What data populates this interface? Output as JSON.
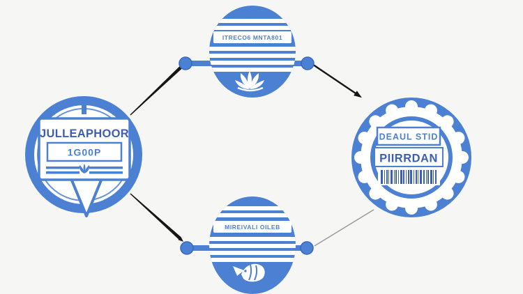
{
  "diagram": {
    "description": "Four blue badge illustrations connected in a diamond flow",
    "palette": {
      "accent_blue": "#4b80d3",
      "deep_blue": "#3a5fb5",
      "arrow_black": "#161616",
      "line_gray": "#9b9b9b",
      "background": "#f6f6f4"
    },
    "nodes": {
      "top": {
        "type": "striped scroll stamp",
        "label": "ITRECO6 MNTA801",
        "icon": "lotus-icon"
      },
      "left": {
        "type": "speech-bubble card badge",
        "title": "JULLEAPHOOR",
        "value": "1G00P",
        "icon": "sprout-icon"
      },
      "bottom": {
        "type": "striped scroll stamp",
        "label": "MIREIVALI OILEB",
        "icon": "fish-icon"
      },
      "right": {
        "type": "scalloped seal",
        "line1": "DEAUL STID",
        "line2": "PIIRRDAN",
        "icon": "barcode-icon"
      }
    },
    "connectors": [
      {
        "from": "left",
        "to": "top",
        "style": "black tapered line",
        "arrowhead": false
      },
      {
        "from": "top",
        "to": "right",
        "style": "black line",
        "arrowhead": true
      },
      {
        "from": "left",
        "to": "bottom",
        "style": "black tapered line",
        "arrowhead": true
      },
      {
        "from": "bottom",
        "to": "right",
        "style": "thin gray line",
        "arrowhead": false
      }
    ]
  }
}
